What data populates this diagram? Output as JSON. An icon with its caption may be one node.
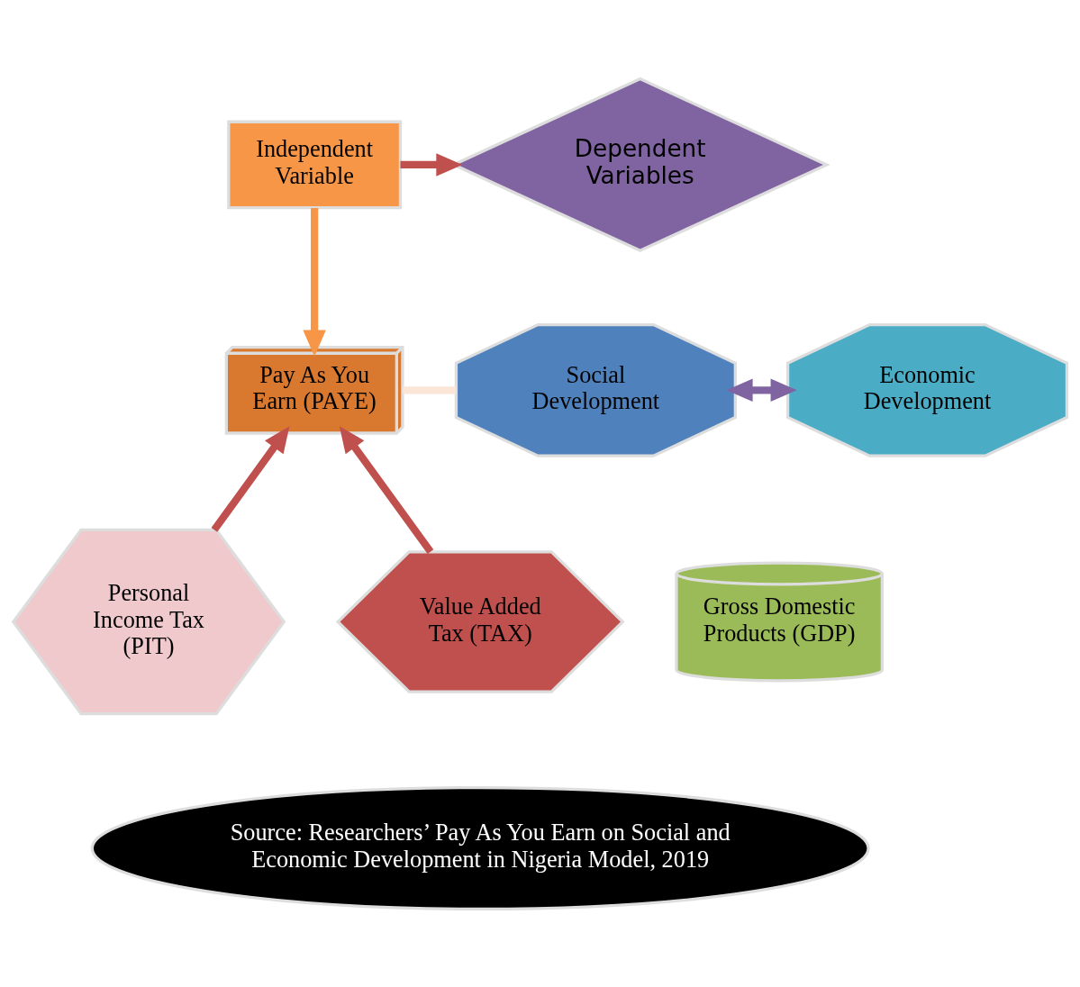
{
  "diagram": {
    "nodes": [
      {
        "text": [
          "Independent Variable"
        ]
      },
      {
        "text": [
          "Pay As You Earn (PAYE)"
        ]
      },
      {
        "text": [
          "Dependent Variables"
        ]
      },
      {
        "text": [
          "Social Development"
        ]
      },
      {
        "text": [
          "Economic Development"
        ]
      },
      {
        "text": [
          "Gross Domestic Products (GDP)"
        ]
      },
      {
        "text": [
          "Personal Income Tax (PIT)"
        ]
      },
      {
        "text": [
          "Value Added Tax (TAX)"
        ]
      },
      {
        "text": [
          "Source: Researchers’ Pay As You Earn on Social and Economic Development in Nigeria Model, 2019"
        ]
      }
    ],
    "edges": [
      {
        "from": 0,
        "to": 1,
        "arrow": "to",
        "color": "#f79646"
      },
      {
        "from": 0,
        "to": 2,
        "arrow": "to"
      },
      {
        "from": 1,
        "to": 3,
        "arrow": "none",
        "color": "#fbe5d6"
      },
      {
        "from": 3,
        "to": 4,
        "arrow": "both",
        "color": "#8064a2"
      },
      {
        "from": 6,
        "to": 1,
        "arrow": "to"
      },
      {
        "from": 7,
        "to": 1,
        "arrow": "to"
      }
    ]
  }
}
